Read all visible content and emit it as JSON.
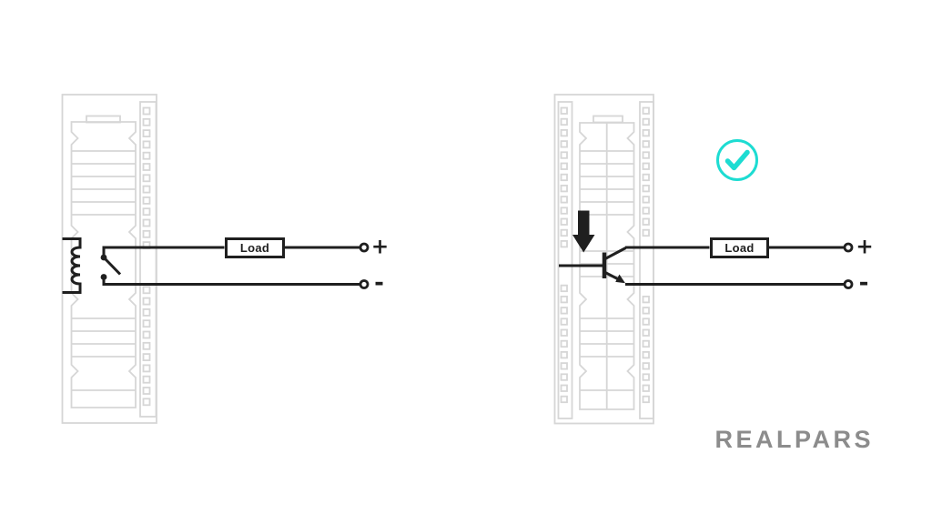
{
  "colors": {
    "line_black": "#1f1f1f",
    "module_gray": "#d6d6d6",
    "accent_cyan": "#1ddcd2",
    "logo_gray": "#8c8c8c"
  },
  "left_circuit": {
    "kind": "relay-output",
    "load_label": "Load",
    "positive_label": "+",
    "negative_label": "-"
  },
  "right_circuit": {
    "kind": "transistor-output",
    "load_label": "Load",
    "positive_label": "+",
    "negative_label": "-",
    "approved": true
  },
  "icons": {
    "check_circle": "check-circle-icon",
    "down_arrow": "down-arrow-icon"
  },
  "logo": {
    "wordmark": "REALPARS"
  }
}
